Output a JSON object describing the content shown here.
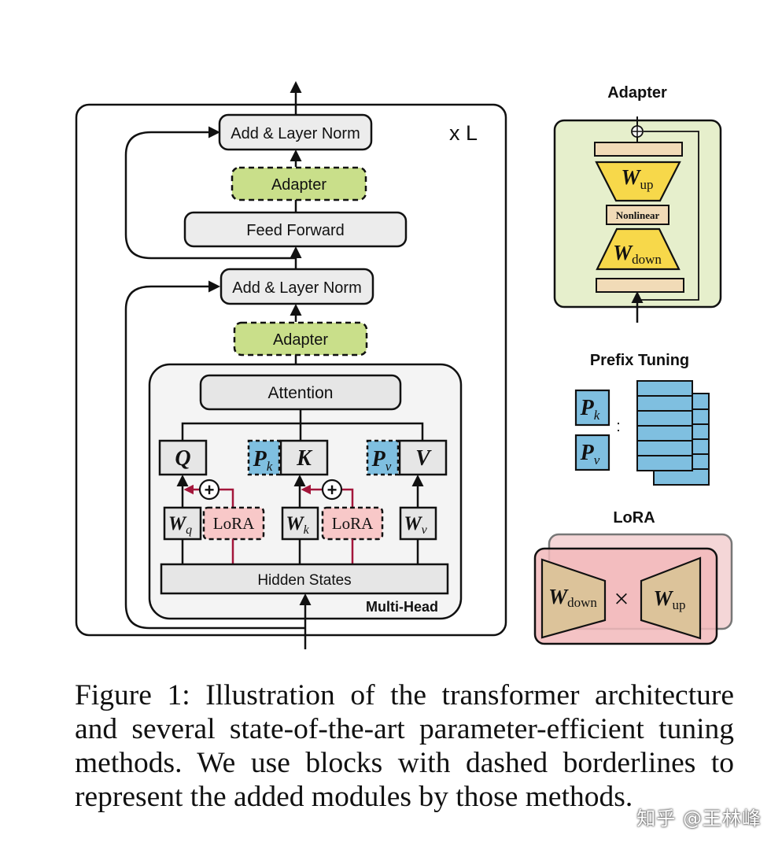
{
  "transformer": {
    "repeat_label": "x L",
    "add_norm_top": "Add & Layer Norm",
    "adapter_top": "Adapter",
    "feed_forward": "Feed Forward",
    "add_norm_bottom": "Add & Layer Norm",
    "adapter_bottom": "Adapter",
    "attention": "Attention",
    "q": "Q",
    "k": "K",
    "v": "V",
    "prefix_k": "P",
    "prefix_k_sub": "k",
    "prefix_v": "P",
    "prefix_v_sub": "v",
    "wq": "W",
    "wq_sub": "q",
    "wk": "W",
    "wk_sub": "k",
    "wv": "W",
    "wv_sub": "v",
    "lora_left": "LoRA",
    "lora_right": "LoRA",
    "hidden_states": "Hidden States",
    "multi_head": "Multi-Head",
    "plus_symbol": "+"
  },
  "adapter_panel": {
    "title": "Adapter",
    "w_up": "W",
    "w_up_sub": "up",
    "nonlinear": "Nonlinear",
    "w_down": "W",
    "w_down_sub": "down"
  },
  "prefix_panel": {
    "title": "Prefix Tuning",
    "pk": "P",
    "pk_sub": "k",
    "pv": "P",
    "pv_sub": "v",
    "colon": ":"
  },
  "lora_panel": {
    "title": "LoRA",
    "w_down": "W",
    "w_down_sub": "down",
    "times": "×",
    "w_up": "W",
    "w_up_sub": "up"
  },
  "caption": "Figure 1: Illustration of the transformer architecture and several state-of-the-art parameter-efficient tuning methods. We use blocks with dashed borderlines to represent the added modules by those methods.",
  "watermark": "知乎 @王林峰",
  "colors": {
    "adapter_green": "#c9df8a",
    "adapter_panel_bg": "#e6efcc",
    "block_gray": "#ececec",
    "prefix_blue": "#7fbfe0",
    "lora_pink": "#f8c8c8",
    "lora_panel_bg": "#f2b8bb",
    "weight_yellow": "#f7d84a",
    "weight_tan": "#dcc39a",
    "bar_tan": "#f1dbb7",
    "lora_arrow_red": "#a3163a"
  }
}
